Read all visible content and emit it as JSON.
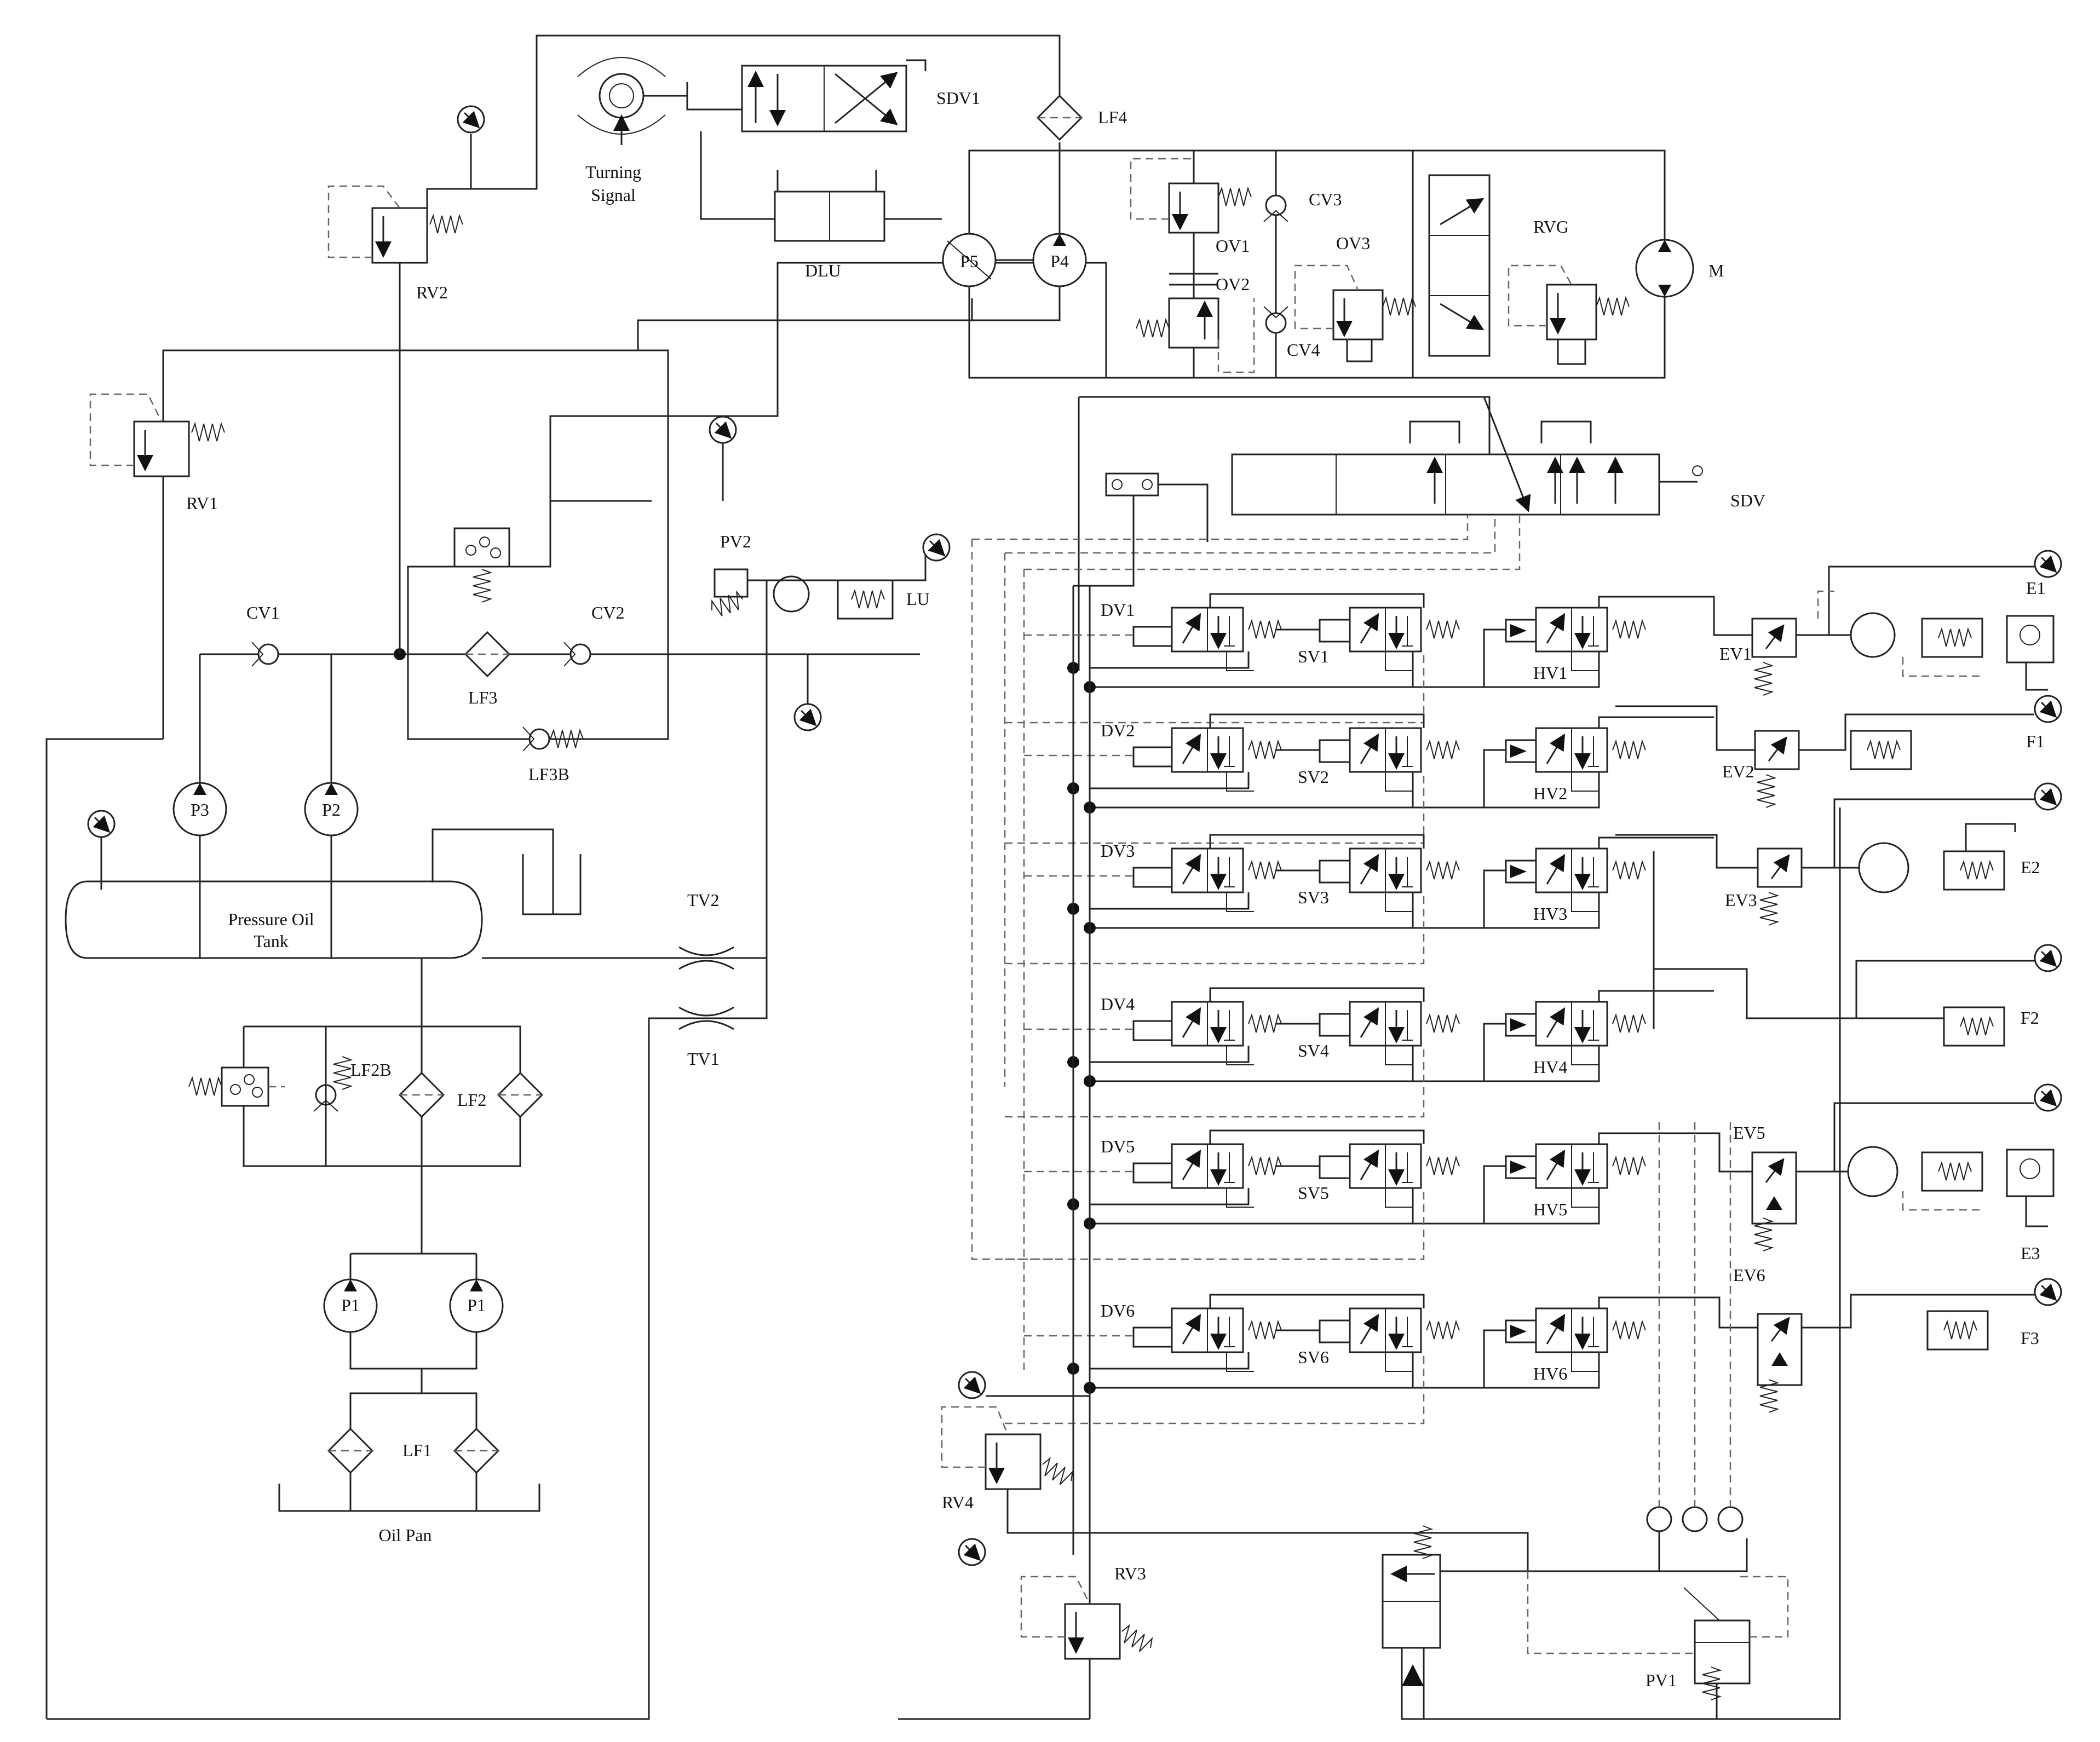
{
  "components": {
    "turning_signal": "Turning\nSignal",
    "sdv1": "SDV1",
    "lf4": "LF4",
    "dlu": "DLU",
    "p5": "P5",
    "p4": "P4",
    "rv2": "RV2",
    "ov1": "OV1",
    "ov2": "OV2",
    "ov3": "OV3",
    "cv3": "CV3",
    "cv4": "CV4",
    "rvg": "RVG",
    "m": "M",
    "rv1": "RV1",
    "pv2": "PV2",
    "lu": "LU",
    "cv1": "CV1",
    "cv2": "CV2",
    "lf3": "LF3",
    "lf3b": "LF3B",
    "p3": "P3",
    "p2": "P2",
    "tank": "Pressure Oil\nTank",
    "tv2": "TV2",
    "tv1": "TV1",
    "lf2b": "LF2B",
    "lf2": "LF2",
    "p1a": "P1",
    "p1b": "P1",
    "lf1": "LF1",
    "oil_pan": "Oil Pan",
    "sdv": "SDV",
    "rv4": "RV4",
    "rv3": "RV3",
    "pv1": "PV1",
    "e1": "E1",
    "e2": "E2",
    "e3": "E3",
    "f1": "F1",
    "f2": "F2",
    "f3": "F3",
    "ev1": "EV1",
    "ev2": "EV2",
    "ev3": "EV3",
    "ev5": "EV5",
    "ev6": "EV6"
  },
  "valve_rows": [
    {
      "dv": "DV1",
      "sv": "SV1",
      "hv": "HV1"
    },
    {
      "dv": "DV2",
      "sv": "SV2",
      "hv": "HV2"
    },
    {
      "dv": "DV3",
      "sv": "SV3",
      "hv": "HV3"
    },
    {
      "dv": "DV4",
      "sv": "SV4",
      "hv": "HV4"
    },
    {
      "dv": "DV5",
      "sv": "SV5",
      "hv": "HV5"
    },
    {
      "dv": "DV6",
      "sv": "SV6",
      "hv": "HV6"
    }
  ]
}
